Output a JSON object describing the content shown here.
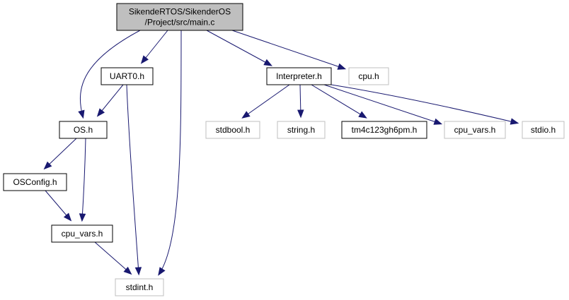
{
  "graph": {
    "nodes": [
      {
        "id": "main",
        "lines": [
          "SikendeRTOS/SikenderOS",
          "/Project/src/main.c"
        ],
        "style": "root"
      },
      {
        "id": "uart0",
        "lines": [
          "UART0.h"
        ],
        "style": "normal"
      },
      {
        "id": "interpreter",
        "lines": [
          "Interpreter.h"
        ],
        "style": "normal"
      },
      {
        "id": "cpu",
        "lines": [
          "cpu.h"
        ],
        "style": "external"
      },
      {
        "id": "os",
        "lines": [
          "OS.h"
        ],
        "style": "normal"
      },
      {
        "id": "stdbool",
        "lines": [
          "stdbool.h"
        ],
        "style": "external"
      },
      {
        "id": "string",
        "lines": [
          "string.h"
        ],
        "style": "external"
      },
      {
        "id": "tm4c",
        "lines": [
          "tm4c123gh6pm.h"
        ],
        "style": "normal"
      },
      {
        "id": "cpuvars_right",
        "lines": [
          "cpu_vars.h"
        ],
        "style": "external"
      },
      {
        "id": "stdio",
        "lines": [
          "stdio.h"
        ],
        "style": "external"
      },
      {
        "id": "osconfig",
        "lines": [
          "OSConfig.h"
        ],
        "style": "normal"
      },
      {
        "id": "cpuvars_left",
        "lines": [
          "cpu_vars.h"
        ],
        "style": "normal"
      },
      {
        "id": "stdint",
        "lines": [
          "stdint.h"
        ],
        "style": "external"
      }
    ],
    "edges": [
      {
        "from": "main",
        "to": "os"
      },
      {
        "from": "main",
        "to": "uart0"
      },
      {
        "from": "main",
        "to": "stdint"
      },
      {
        "from": "main",
        "to": "interpreter"
      },
      {
        "from": "main",
        "to": "cpu"
      },
      {
        "from": "uart0",
        "to": "os"
      },
      {
        "from": "uart0",
        "to": "stdint"
      },
      {
        "from": "os",
        "to": "osconfig"
      },
      {
        "from": "os",
        "to": "cpuvars_left"
      },
      {
        "from": "osconfig",
        "to": "cpuvars_left"
      },
      {
        "from": "cpuvars_left",
        "to": "stdint"
      },
      {
        "from": "interpreter",
        "to": "stdbool"
      },
      {
        "from": "interpreter",
        "to": "string"
      },
      {
        "from": "interpreter",
        "to": "tm4c"
      },
      {
        "from": "interpreter",
        "to": "cpuvars_right"
      },
      {
        "from": "interpreter",
        "to": "stdio"
      }
    ],
    "colors": {
      "edge": "#191970",
      "root_fill": "#bfbfbf",
      "normal_border": "#000000",
      "external_border": "#bfbfbf",
      "text": "#000000"
    }
  }
}
